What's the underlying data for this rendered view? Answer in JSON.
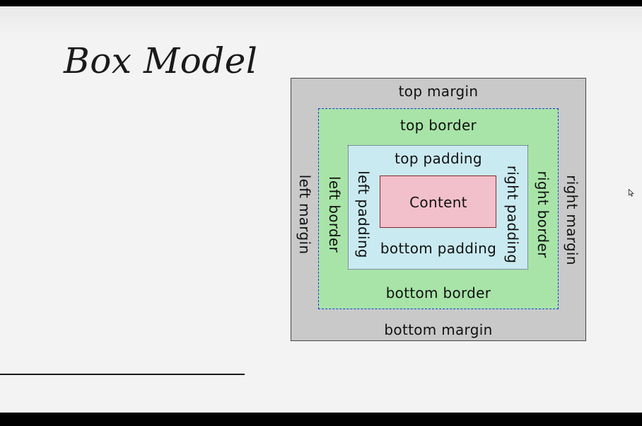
{
  "slide": {
    "title": "Box Model"
  },
  "diagram": {
    "colors": {
      "margin": "#c9c9c9",
      "border": "#a8e4a8",
      "padding": "#c9eaf0",
      "content": "#f2c0cb",
      "border_dash": "#1c32d8"
    },
    "top_margin": "top margin",
    "bottom_margin": "bottom margin",
    "left_margin": "left margin",
    "right_margin": "right margin",
    "top_border": "top border",
    "bottom_border": "bottom border",
    "left_border": "left border",
    "right_border": "right border",
    "top_padding": "top padding",
    "bottom_padding": "bottom padding",
    "left_padding": "left padding",
    "right_padding": "right padding",
    "content": "Content"
  },
  "icons": {
    "cursor": "mouse-pointer-icon"
  }
}
